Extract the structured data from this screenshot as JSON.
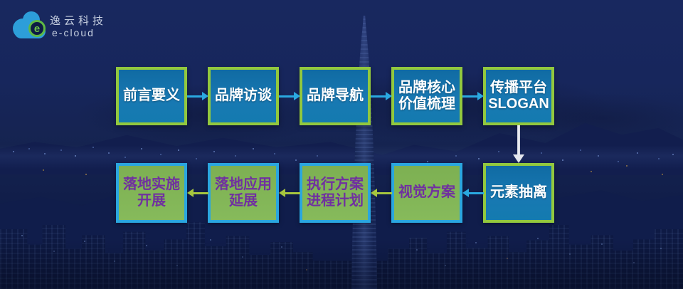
{
  "logo": {
    "company_name": "逸云科技",
    "brand": "e-cloud",
    "badge_letter": "e"
  },
  "flowchart": {
    "top_row": [
      {
        "label": "前言要义"
      },
      {
        "label": "品牌访谈"
      },
      {
        "label": "品牌导航"
      },
      {
        "label": "品牌核心\n价值梳理"
      },
      {
        "label": "传播平台\nSLOGAN"
      }
    ],
    "bottom_row": [
      {
        "label": "落地实施\n开展"
      },
      {
        "label": "落地应用\n延展"
      },
      {
        "label": "执行方案\n进程计划"
      },
      {
        "label": "视觉方案"
      },
      {
        "label": "元素抽离"
      }
    ]
  },
  "colors": {
    "blue_box_fill": "#1474ae",
    "blue_box_border": "#92c83e",
    "blue_box_text": "#ffffff",
    "green_box_fill": "#81b556",
    "green_box_border": "#2aa6df",
    "green_box_text": "#7030a0",
    "arrow_blue": "#2aa9e1",
    "arrow_green": "#a6c63e",
    "arrow_down": "#e4e7ee",
    "logo_cloud": "#2d9ed9",
    "logo_green": "#5fb944",
    "background_sky": "#17265c"
  }
}
